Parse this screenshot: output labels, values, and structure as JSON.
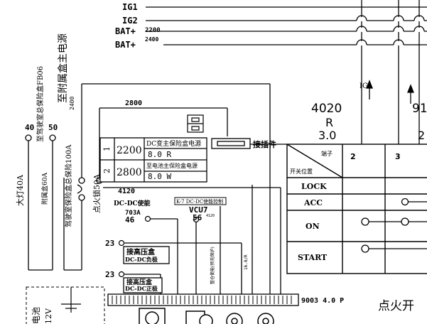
{
  "bus": {
    "ig1": "IG1",
    "ig2": "IG2",
    "bat1": "BAT+",
    "bat2": "BAT+",
    "w2200": "2200",
    "w2400": "2400"
  },
  "left_labels": {
    "to_cab_fuse": "至驾驶室总保险盒FB06",
    "to_aux_power": "至附属盒主电源",
    "headlamp": "大灯40A",
    "aux_box": "附属盒60A",
    "cab_fuse_box": "驾驶室保险盒总保险100A",
    "ignition_lock": "点火锁50A",
    "num_40": "40",
    "num_50": "50",
    "wire_2400_v": "2400",
    "wire_2800": "2800",
    "wire_4120": "4120"
  },
  "legend_box": {
    "row1_idx": "1",
    "row1_wire": "2200",
    "row1_desc": "DC变主保险盒电源",
    "row1_spec": "8.0 R",
    "row2_idx": "2",
    "row2_wire": "2800",
    "row2_desc": "至电池主保险盒电源",
    "row2_spec": "8.0 W"
  },
  "connector": {
    "label": "接插件"
  },
  "dcdc": {
    "left_label": "DC-DC使能",
    "pin_703a": "703A",
    "pin_46": "46",
    "right_label": "K-7 DC-DC使能控制",
    "vcu": "VCU7",
    "pin_56": "56",
    "sub_4120": "4120",
    "pin_23a": "23",
    "pin_23b": "23",
    "box1_line1": "接高压盒",
    "box1_line2": "DC-DC负极",
    "box2_line1": "接高压盒",
    "box2_line2": "DC-DC正极",
    "vert1": "整仓使能(预充保护)",
    "vert2": "16.0/R"
  },
  "battery": {
    "label1": "电池",
    "label2": "12V"
  },
  "switch_area": {
    "big_num_1": "4020",
    "big_r": "R",
    "big_val": "3.0",
    "ig1_arrow": "IG1",
    "partial_num": "91",
    "partial_val": "2"
  },
  "switch_table": {
    "header_terminal": "端子",
    "header_position": "开关位置",
    "col2": "2",
    "col3": "3",
    "rows": [
      "LOCK",
      "ACC",
      "ON",
      "START"
    ]
  },
  "bottom": {
    "connector_code": "9003  4.0  P",
    "ignition_title": "点火开"
  }
}
